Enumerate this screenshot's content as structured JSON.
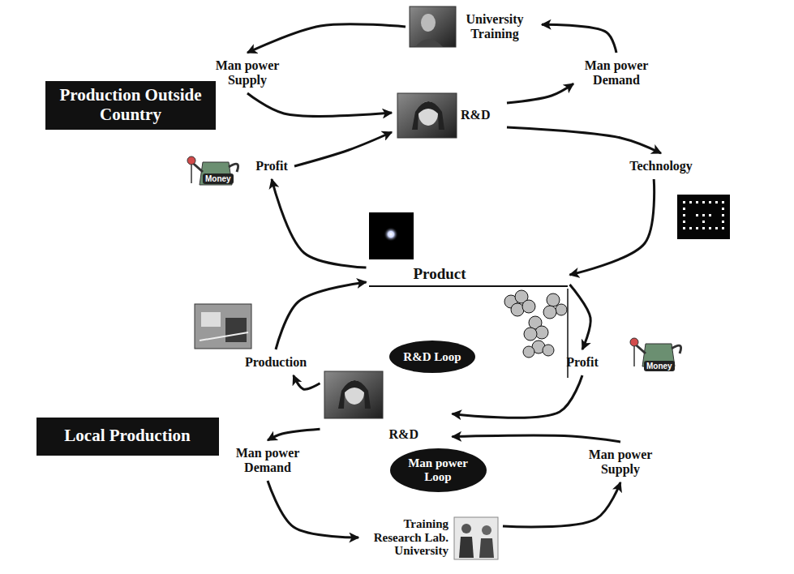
{
  "diagram": {
    "nodes": [
      {
        "text": [
          "University Training"
        ]
      },
      {
        "text": [
          "Man power Supply"
        ]
      },
      {
        "text": [
          "Man power Demand"
        ]
      },
      {
        "text": [
          "Production Outside Country"
        ]
      },
      {
        "text": [
          "R&D"
        ]
      },
      {
        "text": [
          "Profit"
        ]
      },
      {
        "text": [
          "Technology"
        ]
      },
      {
        "text": [
          "Product"
        ]
      },
      {
        "text": [
          "R&D Loop"
        ]
      },
      {
        "text": [
          "Production"
        ]
      },
      {
        "text": [
          "Profit"
        ]
      },
      {
        "text": [
          "Local Production"
        ]
      },
      {
        "text": [
          "R&D"
        ]
      },
      {
        "text": [
          "Man power Loop"
        ]
      },
      {
        "text": [
          "Man power Demand"
        ]
      },
      {
        "text": [
          "Man power Supply"
        ]
      },
      {
        "text": [
          "Training Research Lab. University"
        ]
      }
    ],
    "edges": [
      {
        "from": 0,
        "to": 1,
        "arrow": "to"
      },
      {
        "from": 1,
        "to": 4,
        "arrow": "to"
      },
      {
        "from": 4,
        "to": 2,
        "arrow": "to"
      },
      {
        "from": 2,
        "to": 0,
        "arrow": "to"
      },
      {
        "from": 4,
        "to": 6,
        "arrow": "to"
      },
      {
        "from": 6,
        "to": 7,
        "arrow": "to"
      },
      {
        "from": 7,
        "to": 5,
        "arrow": "to"
      },
      {
        "from": 5,
        "to": 4,
        "arrow": "to"
      },
      {
        "from": 7,
        "to": 10,
        "arrow": "to"
      },
      {
        "from": 10,
        "to": 12,
        "arrow": "to"
      },
      {
        "from": 12,
        "to": 9,
        "arrow": "to"
      },
      {
        "from": 9,
        "to": 7,
        "arrow": "to"
      },
      {
        "from": 12,
        "to": 14,
        "arrow": "to"
      },
      {
        "from": 14,
        "to": 16,
        "arrow": "to"
      },
      {
        "from": 16,
        "to": 15,
        "arrow": "to"
      },
      {
        "from": 15,
        "to": 12,
        "arrow": "to"
      }
    ],
    "labels": [
      "Money",
      "Money"
    ]
  }
}
